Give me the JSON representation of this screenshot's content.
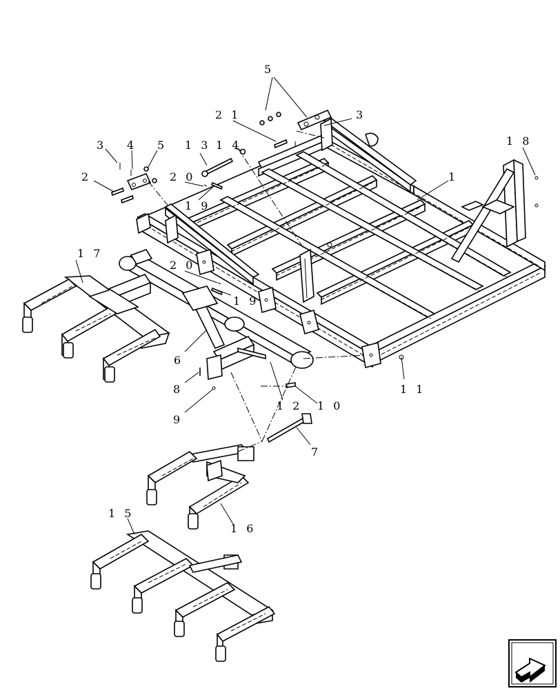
{
  "callouts": [
    {
      "id": "c5-top",
      "label": "5"
    },
    {
      "id": "c21",
      "label": "2 1"
    },
    {
      "id": "c3-top",
      "label": "3"
    },
    {
      "id": "c3-left",
      "label": "3"
    },
    {
      "id": "c4",
      "label": "4"
    },
    {
      "id": "c5-left",
      "label": "5"
    },
    {
      "id": "c13",
      "label": "1 3"
    },
    {
      "id": "c14",
      "label": "1 4"
    },
    {
      "id": "c2",
      "label": "2"
    },
    {
      "id": "c20-top",
      "label": "2 0"
    },
    {
      "id": "c19-top",
      "label": "1 9"
    },
    {
      "id": "c18",
      "label": "1 8"
    },
    {
      "id": "c1",
      "label": "1"
    },
    {
      "id": "c17",
      "label": "1 7"
    },
    {
      "id": "c20-mid",
      "label": "2 0"
    },
    {
      "id": "c19-mid",
      "label": "1 9"
    },
    {
      "id": "c6",
      "label": "6"
    },
    {
      "id": "c8",
      "label": "8"
    },
    {
      "id": "c9",
      "label": "9"
    },
    {
      "id": "c12",
      "label": "1 2"
    },
    {
      "id": "c10",
      "label": "1 0"
    },
    {
      "id": "c11",
      "label": "1 1"
    },
    {
      "id": "c7",
      "label": "7"
    },
    {
      "id": "c15",
      "label": "1 5"
    },
    {
      "id": "c16",
      "label": "1 6"
    }
  ],
  "nav_icon": "next-page-arrow-icon"
}
